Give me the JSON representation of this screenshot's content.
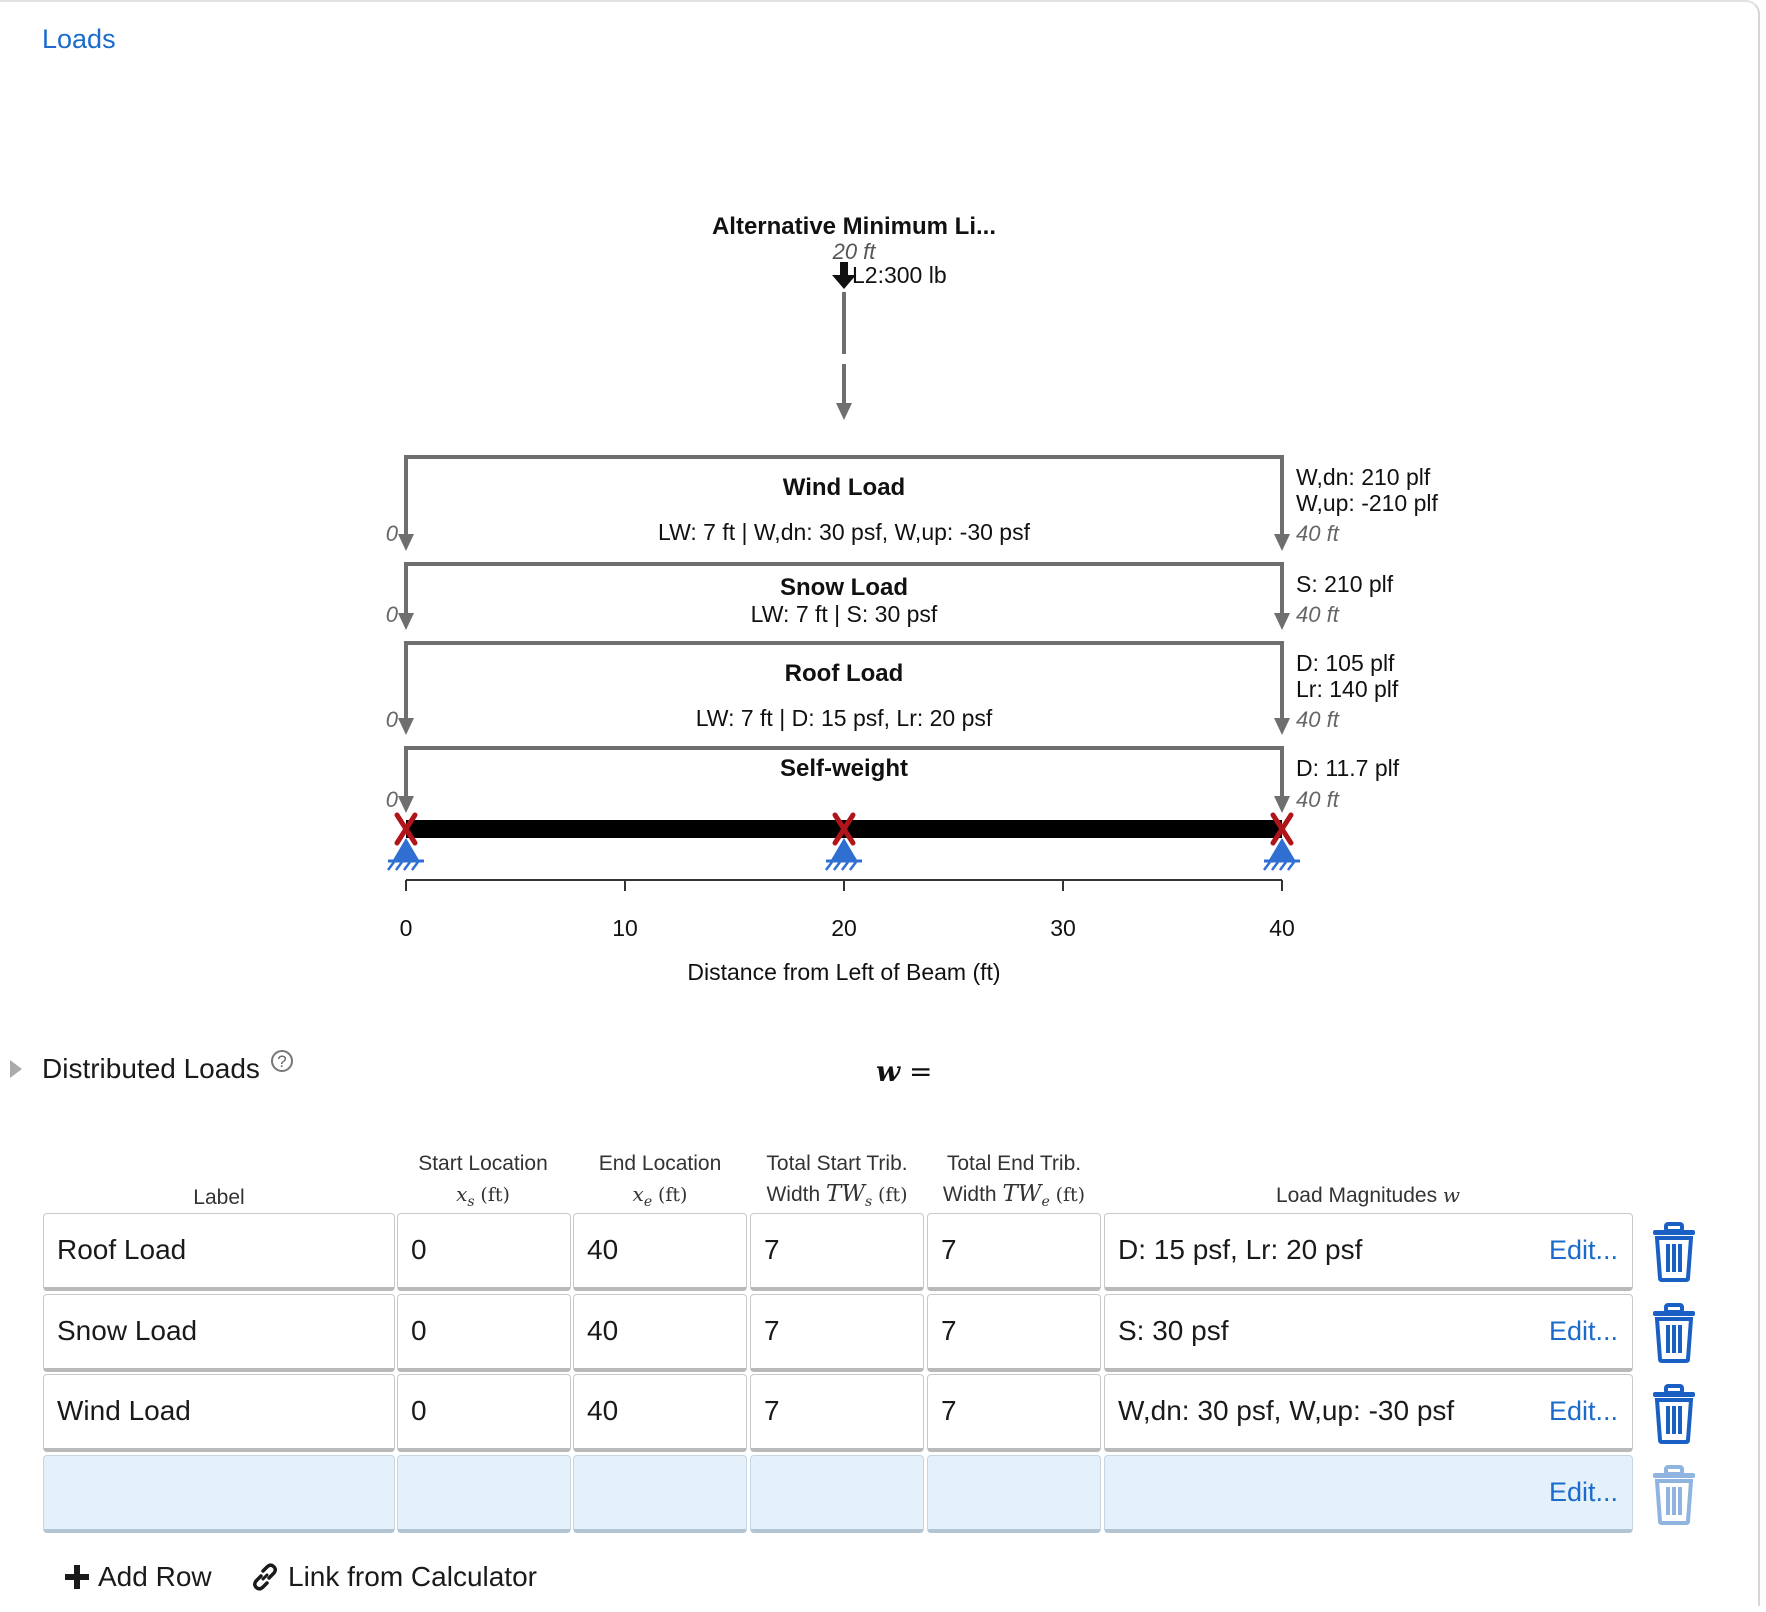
{
  "section_title": "Loads",
  "point_load": {
    "title": "Alternative Minimum Li...",
    "location": "20 ft",
    "magnitude": "L2:300 lb"
  },
  "distributed_diagram": [
    {
      "title": "Wind Load",
      "detail": "LW: 7 ft | W,dn: 30 psf, W,up: -30 psf",
      "start_label": "0",
      "end_label": "40 ft",
      "values": [
        "W,dn: 210 plf",
        "W,up: -210 plf"
      ]
    },
    {
      "title": "Snow Load",
      "detail": "LW: 7 ft | S: 30 psf",
      "start_label": "0",
      "end_label": "40 ft",
      "values": [
        "S: 210 plf"
      ]
    },
    {
      "title": "Roof Load",
      "detail": "LW: 7 ft | D: 15 psf, Lr: 20 psf",
      "start_label": "0",
      "end_label": "40 ft",
      "values": [
        "D: 105 plf",
        "Lr: 140 plf"
      ]
    },
    {
      "title": "Self-weight",
      "detail": "",
      "start_label": "0",
      "end_label": "40 ft",
      "values": [
        "D: 11.7 plf"
      ]
    }
  ],
  "chart_data": {
    "type": "beam-load-diagram",
    "xlabel": "Distance from Left of Beam (ft)",
    "xlim": [
      0,
      40
    ],
    "ticks": [
      0,
      10,
      20,
      30,
      40
    ],
    "supports": [
      0,
      20,
      40
    ],
    "point_loads": [
      {
        "x": 20,
        "magnitude": "L2:300 lb"
      }
    ],
    "distributed_loads": [
      {
        "name": "Wind Load",
        "x_start": 0,
        "x_end": 40
      },
      {
        "name": "Snow Load",
        "x_start": 0,
        "x_end": 40
      },
      {
        "name": "Roof Load",
        "x_start": 0,
        "x_end": 40
      },
      {
        "name": "Self-weight",
        "x_start": 0,
        "x_end": 40
      }
    ]
  },
  "distributed_section": {
    "title": "Distributed Loads",
    "help": "?",
    "equation_symbol": "w",
    "equation_suffix": " ="
  },
  "table": {
    "headers": {
      "label": "Label",
      "start_line1": "Start Location",
      "start_symbol": "x",
      "start_sub": "s",
      "start_unit": "(ft)",
      "end_line1": "End Location",
      "end_symbol": "x",
      "end_sub": "e",
      "end_unit": "(ft)",
      "tws_line1": "Total Start Trib.",
      "tws_prefix": "Width",
      "tws_symbol": "TW",
      "tws_sub": "s",
      "tws_unit": "(ft)",
      "twe_line1": "Total End Trib.",
      "twe_prefix": "Width",
      "twe_symbol": "TW",
      "twe_sub": "e",
      "twe_unit": "(ft)",
      "mag_text": "Load Magnitudes",
      "mag_symbol": "w"
    },
    "rows": [
      {
        "label": "Roof Load",
        "start": "0",
        "end": "40",
        "tws": "7",
        "twe": "7",
        "magnitudes": "D: 15 psf, Lr: 20 psf",
        "edit": "Edit..."
      },
      {
        "label": "Snow Load",
        "start": "0",
        "end": "40",
        "tws": "7",
        "twe": "7",
        "magnitudes": "S: 30 psf",
        "edit": "Edit..."
      },
      {
        "label": "Wind Load",
        "start": "0",
        "end": "40",
        "tws": "7",
        "twe": "7",
        "magnitudes": "W,dn: 30 psf, W,up: -30 psf",
        "edit": "Edit..."
      },
      {
        "label": "",
        "start": "",
        "end": "",
        "tws": "",
        "twe": "",
        "magnitudes": "",
        "edit": "Edit..."
      }
    ]
  },
  "actions": {
    "add_row": "Add Row",
    "link_calc": "Link from Calculator"
  },
  "icons": {
    "point_arrow": "down-arrow-icon",
    "support": "pin-support-icon",
    "reaction": "x-mark-icon",
    "trash": "trash-icon",
    "add": "plus-icon",
    "link": "link-icon",
    "toggle": "triangle-right-icon"
  },
  "colors": {
    "link": "#1a6bcc",
    "trash": "#1a5fc4",
    "trash_disabled": "#8fb4e0",
    "load_arrow": "#6f6f6f",
    "beam": "#000000",
    "support": "#2f6fd1",
    "reaction_x": "#b0151b",
    "empty_row": "#e4f1fb"
  }
}
